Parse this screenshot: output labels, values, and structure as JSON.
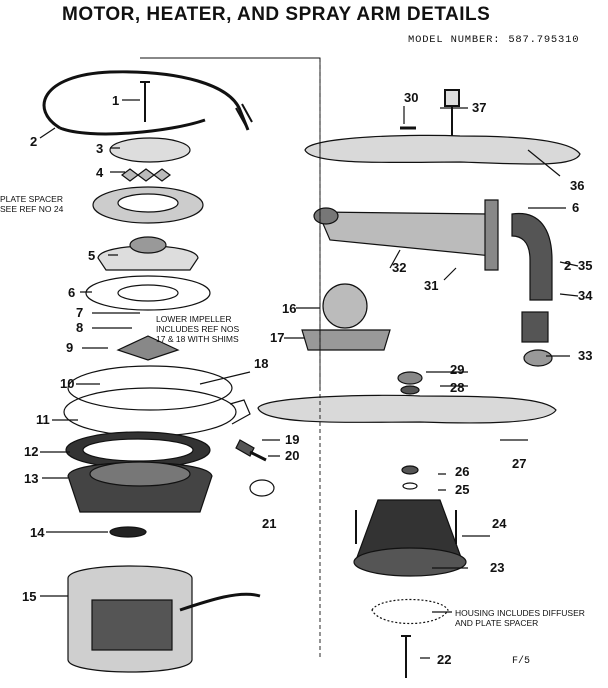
{
  "title": "MOTOR, HEATER, AND SPRAY ARM DETAILS",
  "model_label": "MODEL NUMBER:",
  "model_number": "587.795310",
  "notes": {
    "plate_spacer_1": "PLATE SPACER",
    "plate_spacer_2": "SEE REF NO 24",
    "impeller_1": "LOWER IMPELLER",
    "impeller_2": "INCLUDES REF NOS",
    "impeller_3": "17 & 18 WITH SHIMS",
    "housing_1": "HOUSING INCLUDES DIFFUSER",
    "housing_2": "AND PLATE SPACER"
  },
  "page_code": "F/5",
  "callouts": [
    "1",
    "2",
    "3",
    "4",
    "5",
    "6",
    "7",
    "8",
    "9",
    "10",
    "11",
    "12",
    "13",
    "14",
    "15",
    "16",
    "17",
    "18",
    "19",
    "20",
    "21",
    "22",
    "23",
    "24",
    "25",
    "26",
    "27",
    "28",
    "29",
    "30",
    "31",
    "32",
    "33",
    "34",
    "35",
    "36",
    "37",
    "6",
    "2"
  ],
  "colors": {
    "ink": "#111111",
    "paper": "#ffffff",
    "shade": "#555555"
  }
}
